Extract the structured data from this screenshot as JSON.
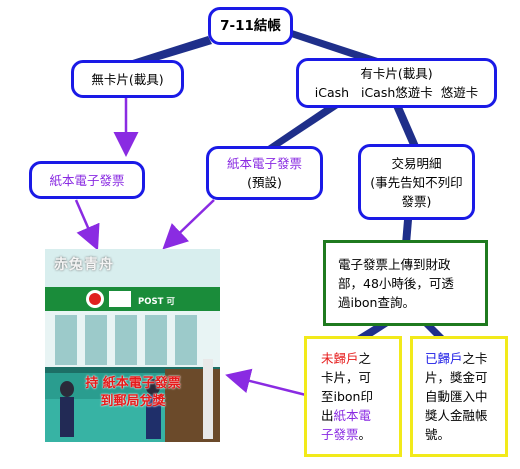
{
  "nodes": {
    "root": "7-11結帳",
    "no_card": "無卡片(載具)",
    "has_card": {
      "line1": "有卡片(載具)",
      "line2": "iCash   iCash悠遊卡  悠遊卡"
    },
    "paper_left": "紙本電子發票",
    "paper_right": {
      "line1": "紙本電子發票",
      "line2": "(預設)"
    },
    "details": {
      "line1": "交易明細",
      "line2": "(事先告知不列印",
      "line3": "發票)"
    },
    "upload": {
      "line1": "電子發票上傳到財政",
      "line2": "部，48小時後，可透",
      "line3": "過ibon查詢。"
    },
    "unregistered": {
      "line1_em": "未歸戶",
      "line1_rest": "之",
      "line2": "卡片，可",
      "line3": "至ibon印",
      "line4_pre": "出",
      "line4_em": "紙本電",
      "line5_em": "子發票",
      "line5_post": "。"
    },
    "registered": {
      "line1_em": "已歸戶",
      "line1_rest": "之卡",
      "line2": "片，獎金可",
      "line3": "自動匯入中",
      "line4": "獎人金融帳",
      "line5": "號。"
    }
  },
  "photo": {
    "watermark": "赤兔青舟",
    "sign": "POST 可",
    "overlay_line1": "持 紙本電子發票",
    "overlay_line2": "到郵局兌獎"
  },
  "colors": {
    "blue_border": "#1a1ae6",
    "green_border": "#1f7a1f",
    "yellow_border": "#f2ea1a",
    "purple_text": "#8a2be2",
    "red_text": "#e61a1a",
    "edge": "#1f2f8a",
    "purple_arrow": "#8a2be2"
  }
}
